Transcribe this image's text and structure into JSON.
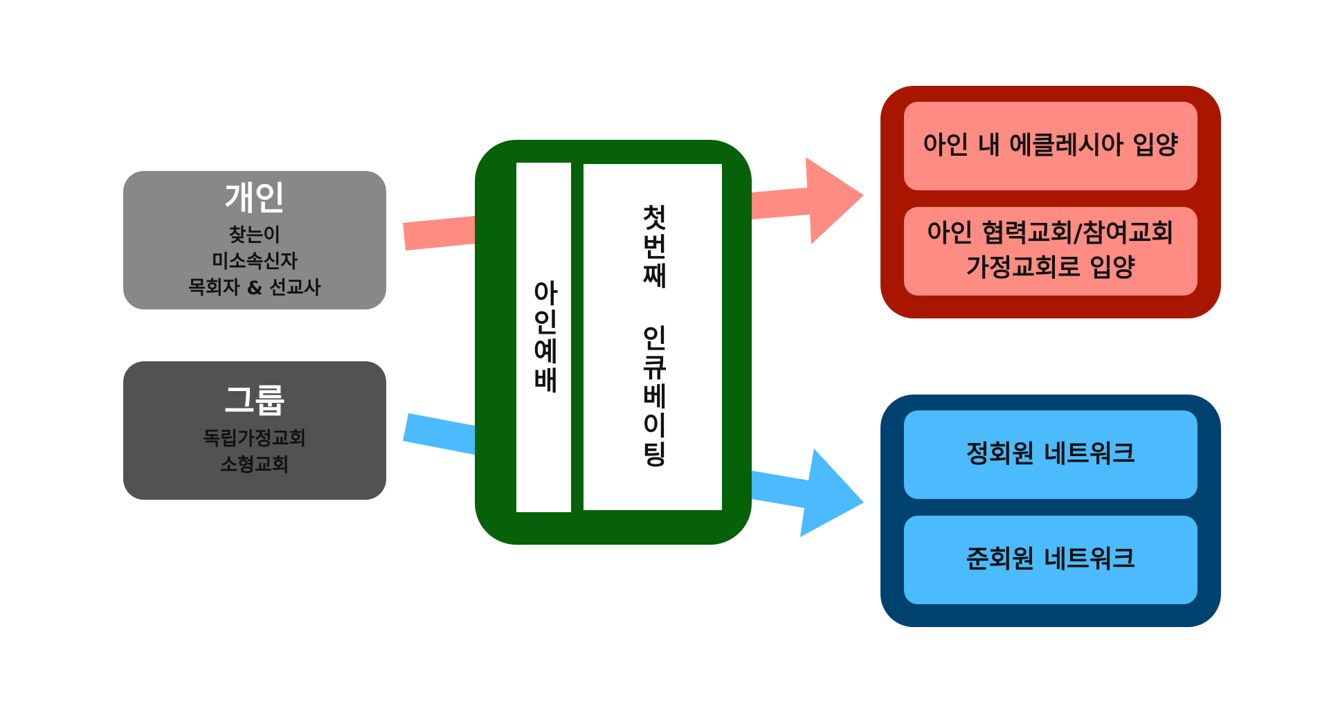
{
  "left": {
    "individual": {
      "title": "개인",
      "lines": [
        "찾는이",
        "미소속신자",
        "목회자 & 선교사"
      ],
      "color": "#888888"
    },
    "group": {
      "title": "그룹",
      "lines": [
        "독립가정교회",
        "소형교회"
      ],
      "color": "#525252"
    }
  },
  "center": {
    "color": "#076108",
    "panel_left": "아인예배",
    "panel_right": "첫번째 인큐베이팅"
  },
  "right": {
    "red": {
      "outer_color": "#a91600",
      "inner_color": "#ff8c82",
      "item1": "아인 내 에클레시아 입양",
      "item2_line1": "아인 협력교회/참여교회",
      "item2_line2": "가정교회로 입양"
    },
    "blue": {
      "outer_color": "#00426f",
      "inner_color": "#4bbbfe",
      "item1": "정회원 네트워크",
      "item2": "준회원 네트워크"
    }
  },
  "arrows": {
    "pink_color": "#ff8c82",
    "blue_color": "#4bbbfe"
  }
}
